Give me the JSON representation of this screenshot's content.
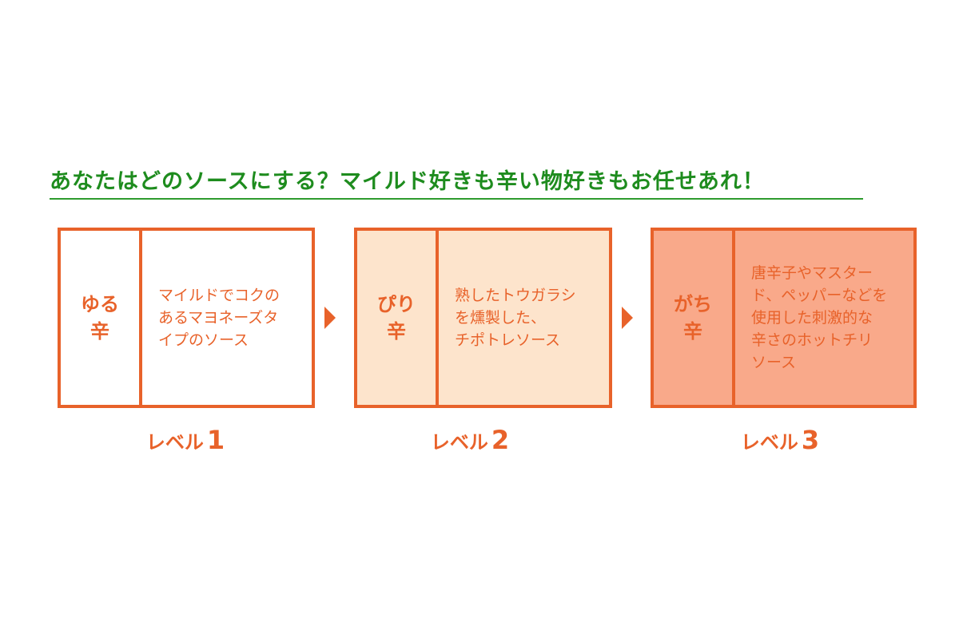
{
  "heading": "あなたはどのソースにする？マイルド好きも辛い物好きもお任せあれ！",
  "cards": [
    {
      "name_lines": [
        "ゆる",
        "辛"
      ],
      "description_lines": [
        "マイルドでコクの",
        "あるマヨネーズタ",
        "イプのソース"
      ],
      "level_label": "レベル",
      "level_number": "1",
      "fill_color": "#ffffff"
    },
    {
      "name_lines": [
        "ぴり",
        "辛"
      ],
      "description_lines": [
        "熟したトウガラシ",
        "を燻製した、",
        "チポトレソース"
      ],
      "level_label": "レベル",
      "level_number": "2",
      "fill_color": "#fde4cc"
    },
    {
      "name_lines": [
        "がち",
        "辛"
      ],
      "description_lines": [
        "唐辛子やマスター",
        "ド、ペッパーなどを",
        "使用した刺激的な",
        "辛さのホットチリ",
        "ソース"
      ],
      "level_label": "レベル",
      "level_number": "3",
      "fill_color": "#f9a98a"
    }
  ],
  "colors": {
    "accent": "#e8622a",
    "heading": "#1e8c1e"
  }
}
